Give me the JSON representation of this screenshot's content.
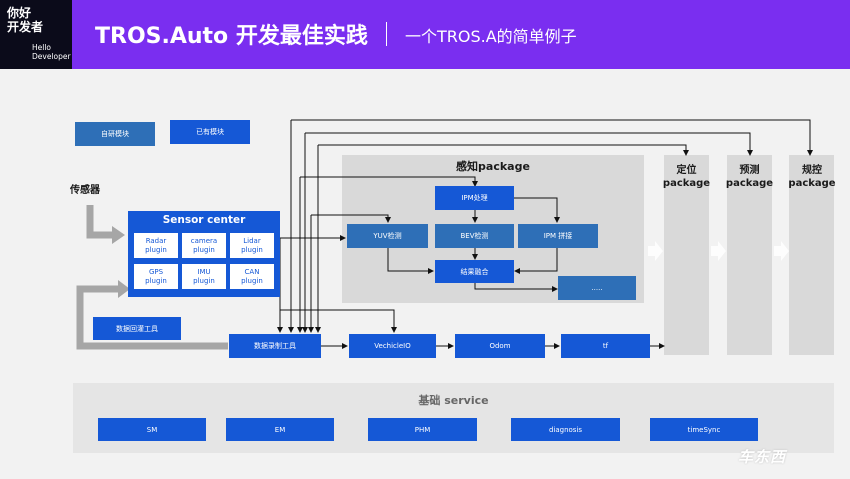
{
  "header": {
    "logo_line1": "你好",
    "logo_line2": "开发者",
    "logo_line3": "Hello",
    "logo_line4": "Developer",
    "title": "TROS.Auto 开发最佳实践",
    "subtitle": "一个TROS.A的简单例子"
  },
  "legend": {
    "self_developed": "自研模块",
    "existing": "已有模块"
  },
  "sensor_label": "传感器",
  "sensor_center": {
    "title": "Sensor center",
    "plugins": [
      "Radar\nplugin",
      "camera\nplugin",
      "Lidar\nplugin",
      "GPS\nplugin",
      "IMU\nplugin",
      "CAN\nplugin"
    ]
  },
  "replay_tool": "数据回灌工具",
  "record_tool": "数据录制工具",
  "perception": {
    "title": "感知package",
    "ipm_process": "IPM处理",
    "yuv": "YUV检测",
    "bev": "BEV检测",
    "ipm_stitch": "IPM 拼接",
    "fusion": "结果融合",
    "more": "....."
  },
  "packages": {
    "localization": "定位\npackage",
    "prediction": "预测\npackage",
    "planning": "规控\npackage"
  },
  "vehicle_io": "VechicleIO",
  "odom": "Odom",
  "tf": "tf",
  "base_service": {
    "title": "基础 service",
    "items": [
      "SM",
      "EM",
      "PHM",
      "diagnosis",
      "timeSync"
    ]
  },
  "watermark": "车东西",
  "colors": {
    "header_purple": "#7a2ef0",
    "self_developed_blue": "#1558d6",
    "existing_blue": "#2e6fb7",
    "panel_gray": "#d9d9d9",
    "base_gray": "#e5e5e5"
  }
}
